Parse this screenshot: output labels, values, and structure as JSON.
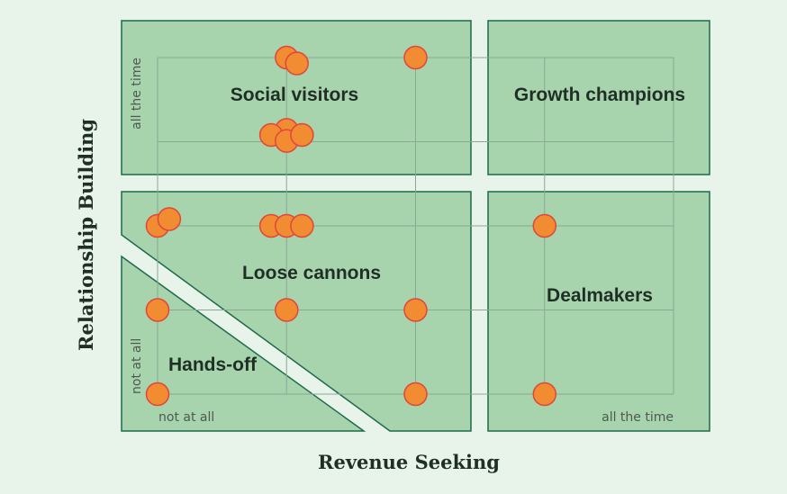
{
  "chart_data": {
    "type": "scatter",
    "xlabel": "Revenue Seeking",
    "ylabel": "Relationship Building",
    "x_ticks": [
      "not at all",
      "all the time"
    ],
    "y_ticks": [
      "not at all",
      "all the time"
    ],
    "grid": true,
    "quadrants": [
      {
        "key": "social",
        "label": "Social visitors"
      },
      {
        "key": "growth",
        "label": "Growth champions"
      },
      {
        "key": "loose",
        "label": "Loose cannons"
      },
      {
        "key": "dealmakers",
        "label": "Dealmakers"
      },
      {
        "key": "handsoff",
        "label": "Hands-off"
      }
    ],
    "points": [
      {
        "x": 1,
        "y": 4
      },
      {
        "x": 1.08,
        "y": 3.93
      },
      {
        "x": 2,
        "y": 4
      },
      {
        "x": 1,
        "y": 3.14
      },
      {
        "x": 0.88,
        "y": 3.08
      },
      {
        "x": 1,
        "y": 3.01
      },
      {
        "x": 1.12,
        "y": 3.08
      },
      {
        "x": 0,
        "y": 2
      },
      {
        "x": 0.09,
        "y": 2.08
      },
      {
        "x": 0.88,
        "y": 2
      },
      {
        "x": 1,
        "y": 2
      },
      {
        "x": 1.12,
        "y": 2
      },
      {
        "x": 3,
        "y": 2
      },
      {
        "x": 0,
        "y": 1
      },
      {
        "x": 1,
        "y": 1
      },
      {
        "x": 2,
        "y": 1
      },
      {
        "x": 0,
        "y": 0
      },
      {
        "x": 2,
        "y": 0
      },
      {
        "x": 3,
        "y": 0
      }
    ],
    "xlim": [
      0,
      4
    ],
    "ylim": [
      0,
      4
    ]
  },
  "colors": {
    "background": "#e8f3ea",
    "panel": "#a7d3ad",
    "panel_border": "#1d6b4a",
    "grid": "#8aa993",
    "point_fill": "#f28c33",
    "point_stroke": "#e2453b"
  }
}
